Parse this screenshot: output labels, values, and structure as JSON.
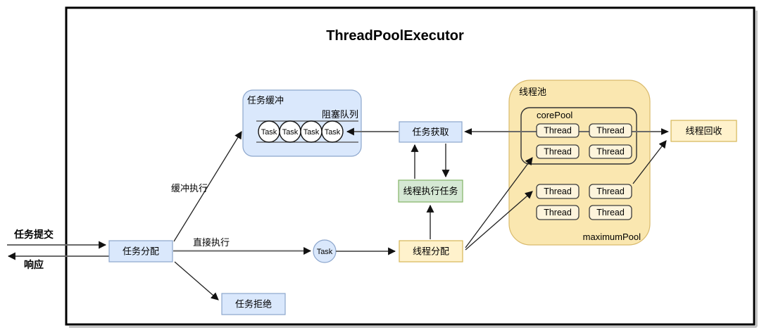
{
  "diagram_title": "ThreadPoolExecutor",
  "io": {
    "submit_label": "任务提交",
    "response_label": "响应"
  },
  "nodes": {
    "task_dispatch": "任务分配",
    "task_reject": "任务拒绝",
    "task": "Task",
    "task_fetch": "任务获取",
    "thread_exec": "线程执行任务",
    "thread_dispatch": "线程分配",
    "thread_recycle": "线程回收"
  },
  "edges": {
    "buffer_exec": "缓冲执行",
    "direct_exec": "直接执行"
  },
  "buffer": {
    "title": "任务缓冲",
    "queue_label": "阻塞队列",
    "tasks": [
      "Task",
      "Task",
      "Task",
      "Task"
    ]
  },
  "pool": {
    "title": "线程池",
    "core_pool": {
      "label": "corePool",
      "threads": [
        "Thread",
        "Thread",
        "Thread",
        "Thread"
      ]
    },
    "maximum_pool": {
      "label": "maximumPool",
      "threads": [
        "Thread",
        "Thread",
        "Thread",
        "Thread"
      ]
    }
  },
  "colors": {
    "node_blue_fill": "#dae8fc",
    "node_green_fill": "#d5e8d4",
    "node_yellow_fill": "#fff2cc",
    "pool_fill": "#fae7b0",
    "border_black": "#000000"
  }
}
